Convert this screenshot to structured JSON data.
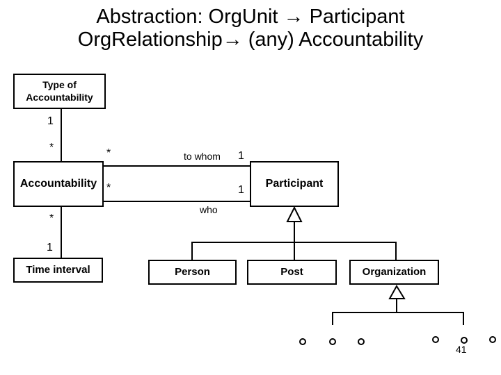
{
  "slide": {
    "title_line1": "Abstraction: OrgUnit → Participant",
    "title_line2": "OrgRelationship→ (any) Accountability",
    "page_number": "41"
  },
  "colors": {
    "background": "#ffffff",
    "foreground": "#000000"
  },
  "diagram": {
    "type": "uml-class-diagram",
    "classes": [
      {
        "name": "Type of Accountability"
      },
      {
        "name": "Accountability"
      },
      {
        "name": "Participant"
      },
      {
        "name": "Time interval"
      },
      {
        "name": "Person"
      },
      {
        "name": "Post"
      },
      {
        "name": "Organization"
      }
    ],
    "associations": [
      {
        "from": "Type of Accountability",
        "to": "Accountability",
        "mult_from": "1",
        "mult_to": "*"
      },
      {
        "from": "Accountability",
        "to": "Participant",
        "role": "to whom",
        "mult_from": "*",
        "mult_to": "1"
      },
      {
        "from": "Accountability",
        "to": "Participant",
        "role": "who",
        "mult_from": "*",
        "mult_to": "1"
      },
      {
        "from": "Accountability",
        "to": "Time interval",
        "mult_from": "*",
        "mult_to": "1"
      }
    ],
    "generalizations": [
      {
        "parent": "Participant",
        "children": [
          "Person",
          "Post",
          "Organization"
        ]
      },
      {
        "parent": "Organization",
        "children": []
      }
    ],
    "instance_markers": {
      "shape": "circle",
      "count": 6
    }
  }
}
